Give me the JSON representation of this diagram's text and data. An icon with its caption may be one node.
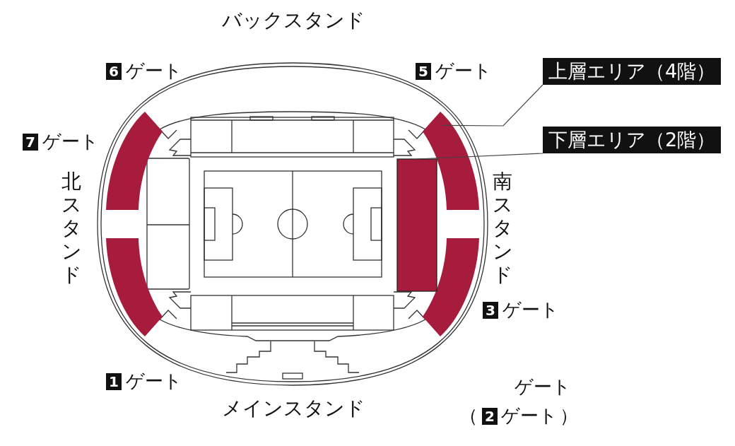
{
  "diagram": {
    "nodes": [
      {
        "text": [
          "上層エリア（4階）"
        ]
      },
      {
        "text": [
          "下層エリア（2階）"
        ]
      },
      {
        "text": [],
        "shape": "bar"
      },
      {
        "text": [],
        "shape": "bar"
      },
      {
        "text": [],
        "shape": "bar"
      },
      {
        "text": [],
        "shape": "bar"
      },
      {
        "text": [],
        "shape": "box"
      }
    ],
    "edges": [
      {
        "from": 0,
        "to": 3,
        "arrow": "none"
      },
      {
        "from": 1,
        "to": 6,
        "arrow": "none"
      }
    ],
    "labels": [
      "バックスタンド",
      "6",
      "ゲート",
      "5",
      "ゲート",
      "7",
      "ゲート",
      "北スタンド",
      "南スタンド",
      "3",
      "ゲート",
      "1",
      "ゲート",
      "ゲート",
      "メインスタンド",
      "（",
      "2",
      "ゲート",
      "）"
    ]
  }
}
